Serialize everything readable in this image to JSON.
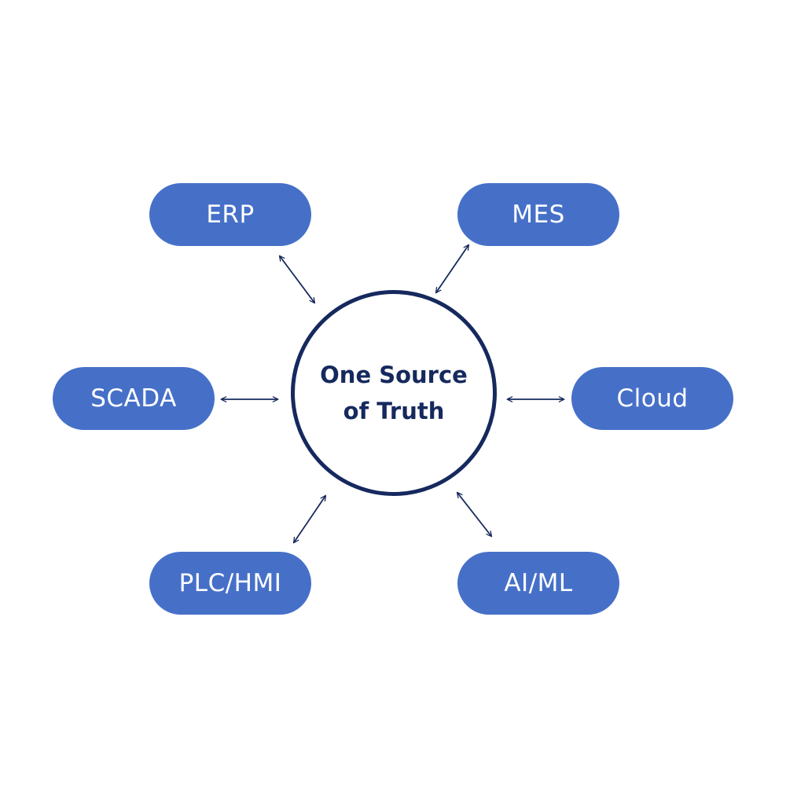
{
  "hub": {
    "line1": "One Source",
    "line2": "of Truth"
  },
  "nodes": {
    "erp": "ERP",
    "mes": "MES",
    "scada": "SCADA",
    "cloud": "Cloud",
    "plchmi": "PLC/HMI",
    "aiml": "AI/ML"
  },
  "colors": {
    "node_fill": "#4670c8",
    "hub_stroke": "#16295e",
    "arrow": "#16295e",
    "label_text": "#ffffff"
  },
  "icons": {
    "connector": "double-headed-arrow"
  }
}
